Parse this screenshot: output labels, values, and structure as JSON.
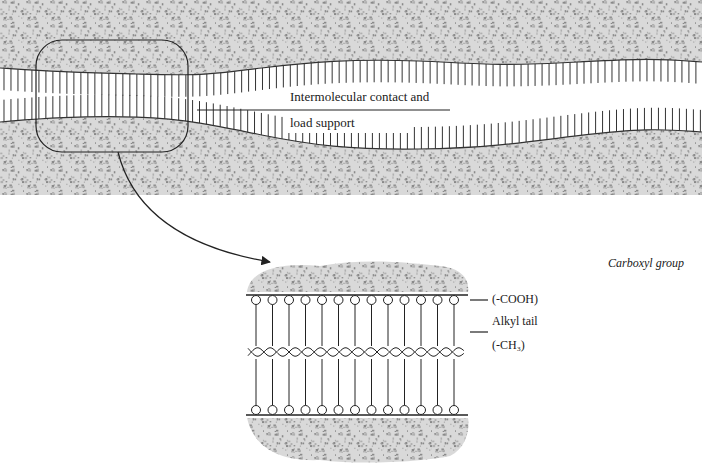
{
  "diagram": {
    "labels": [
      "Intermolecular contact and load support",
      "Carboxyl group",
      "(-COOH)",
      "Alkyl tail",
      "(-CH₃)"
    ]
  }
}
